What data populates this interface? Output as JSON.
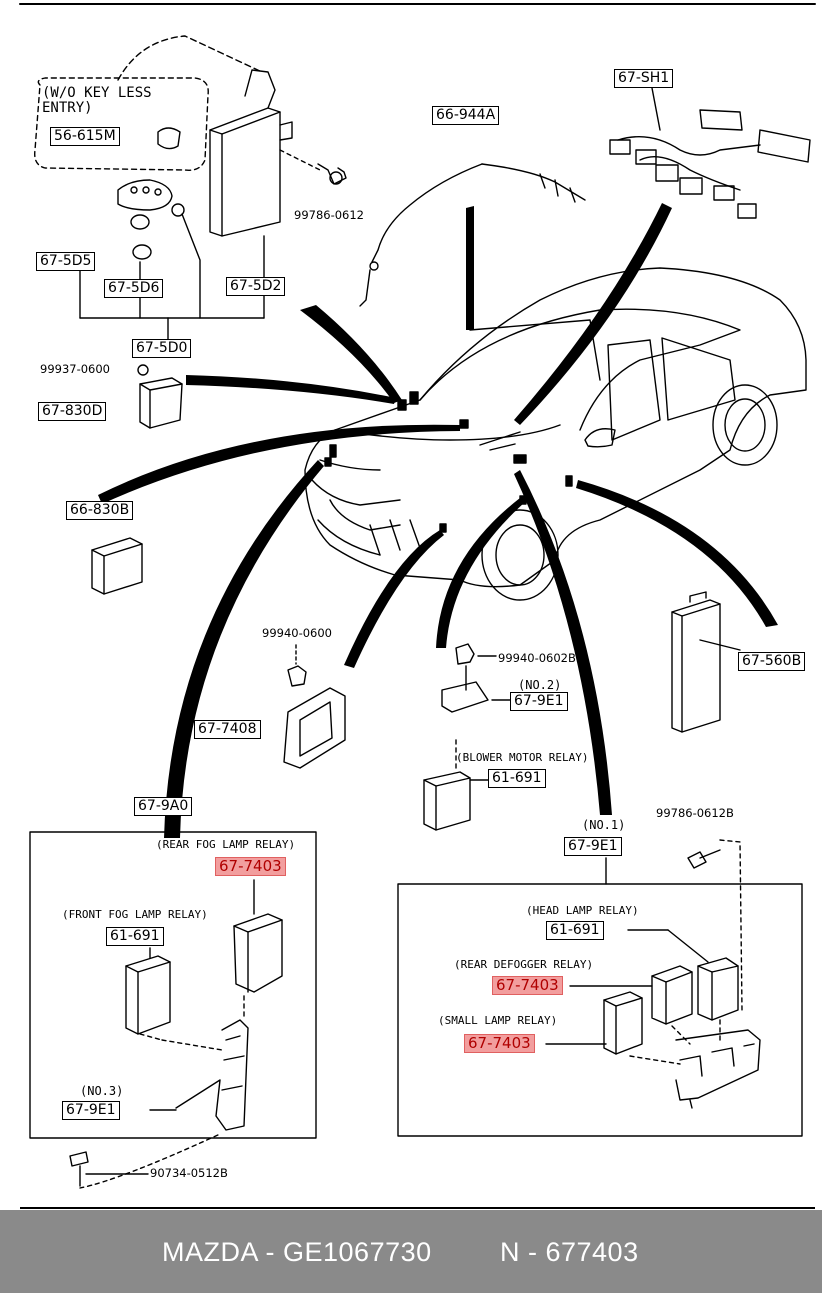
{
  "callouts": {
    "wo_key_less_entry": "(W/O KEY LESS\nENTRY)",
    "rear_fog_lamp_relay": "(REAR FOG LAMP RELAY)",
    "front_fog_lamp_relay": "(FRONT FOG LAMP RELAY)",
    "no3": "(NO.3)",
    "no2": "(NO.2)",
    "no1": "(NO.1)",
    "blower_motor_relay": "(BLOWER MOTOR RELAY)",
    "head_lamp_relay": "(HEAD LAMP RELAY)",
    "rear_defogger_relay": "(REAR DEFOGGER RELAY)",
    "small_lamp_relay": "(SMALL LAMP RELAY)"
  },
  "labels": {
    "56_615M": "56-615M",
    "67_5D5": "67-5D5",
    "67_5D6": "67-5D6",
    "67_5D2": "67-5D2",
    "67_5D0": "67-5D0",
    "67_830D": "67-830D",
    "66_830B": "66-830B",
    "66_944A": "66-944A",
    "67_SH1": "67-SH1",
    "67_7408": "67-7408",
    "67_9E1_no2": "67-9E1",
    "61_691_blower": "61-691",
    "67_560B": "67-560B",
    "67_9A0": "67-9A0",
    "67_7403_rear_fog": "67-7403",
    "61_691_front_fog": "61-691",
    "67_9E1_no3": "67-9E1",
    "67_9E1_no1": "67-9E1",
    "61_691_head": "61-691",
    "67_7403_rear_defog": "67-7403",
    "67_7403_small": "67-7403"
  },
  "part_numbers": {
    "p99786_0612": "99786-0612",
    "p99937_0600": "99937-0600",
    "p99940_0600": "99940-0600",
    "p99940_0602B": "99940-0602B",
    "p99786_0612B": "99786-0612B",
    "p90734_0512B": "90734-0512B"
  },
  "footer": {
    "brand_part": "MAZDA - GE1067730",
    "number": "N - 677403"
  },
  "colors": {
    "highlight_fill": "#f29e9e",
    "highlight_border": "#e06060",
    "highlight_text": "#b00000",
    "footer_bg": "#8a8a8a"
  }
}
